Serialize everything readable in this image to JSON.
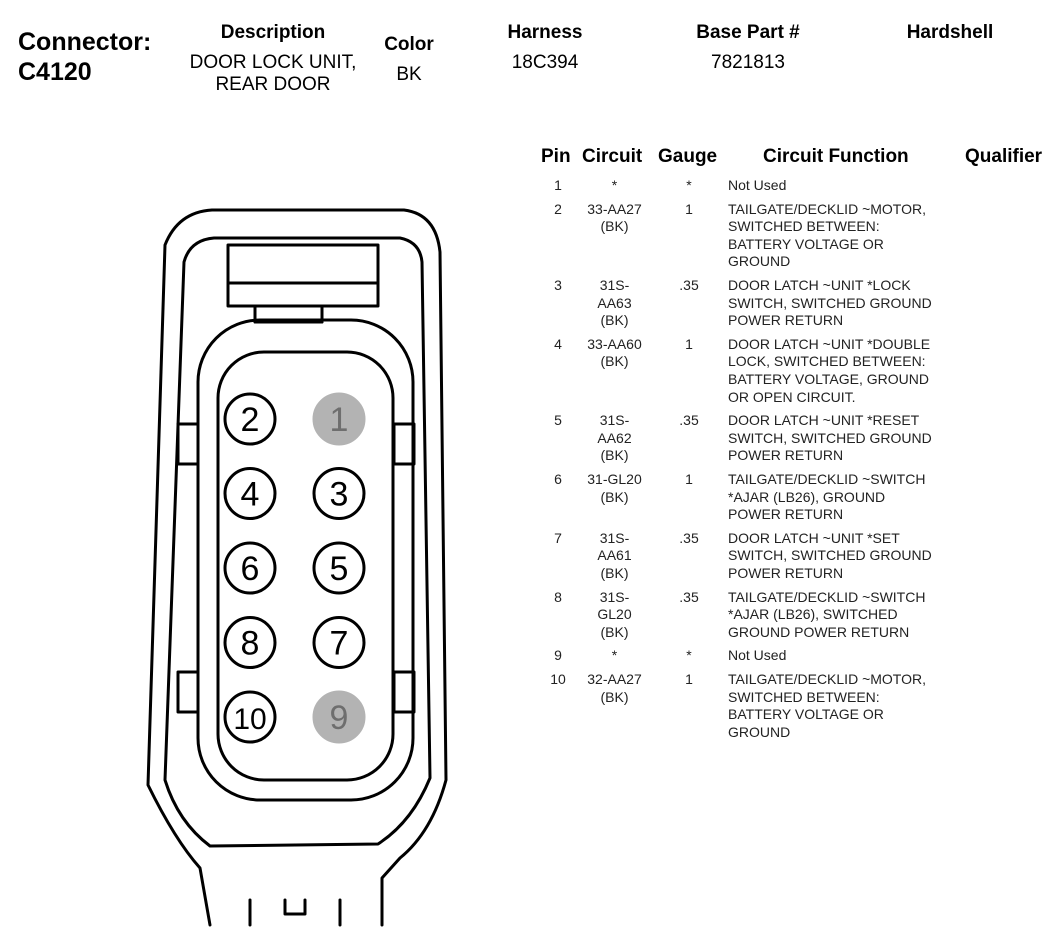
{
  "header": {
    "connector_label": "Connector:",
    "connector_id": "C4120",
    "description_label": "Description",
    "description_lines": [
      "DOOR LOCK UNIT,",
      "REAR DOOR"
    ],
    "color_label": "Color",
    "color_value": "BK",
    "harness_label": "Harness",
    "harness_value": "18C394",
    "base_part_label": "Base Part #",
    "base_part_value": "7821813",
    "hardshell_label": "Hardshell"
  },
  "table": {
    "headers": [
      "Pin",
      "Circuit",
      "Gauge",
      "Circuit Function",
      "Qualifier"
    ],
    "rows": [
      {
        "pin": "1",
        "circuit": "*",
        "gauge": "*",
        "function": "Not Used"
      },
      {
        "pin": "2",
        "circuit": "33-AA27\n(BK)",
        "gauge": "1",
        "function": "TAILGATE/DECKLID ~MOTOR,\nSWITCHED BETWEEN:\nBATTERY VOLTAGE OR\nGROUND"
      },
      {
        "pin": "3",
        "circuit": "31S-\nAA63\n(BK)",
        "gauge": ".35",
        "function": "DOOR LATCH ~UNIT *LOCK\nSWITCH, SWITCHED GROUND\nPOWER RETURN"
      },
      {
        "pin": "4",
        "circuit": "33-AA60\n(BK)",
        "gauge": "1",
        "function": "DOOR LATCH ~UNIT *DOUBLE\nLOCK, SWITCHED BETWEEN:\nBATTERY VOLTAGE, GROUND\nOR OPEN CIRCUIT."
      },
      {
        "pin": "5",
        "circuit": "31S-\nAA62\n(BK)",
        "gauge": ".35",
        "function": "DOOR LATCH ~UNIT *RESET\nSWITCH, SWITCHED GROUND\nPOWER RETURN"
      },
      {
        "pin": "6",
        "circuit": "31-GL20\n(BK)",
        "gauge": "1",
        "function": "TAILGATE/DECKLID ~SWITCH\n*AJAR (LB26), GROUND\nPOWER RETURN"
      },
      {
        "pin": "7",
        "circuit": "31S-\nAA61\n(BK)",
        "gauge": ".35",
        "function": "DOOR LATCH ~UNIT *SET\nSWITCH, SWITCHED GROUND\nPOWER RETURN"
      },
      {
        "pin": "8",
        "circuit": "31S-\nGL20\n(BK)",
        "gauge": ".35",
        "function": "TAILGATE/DECKLID ~SWITCH\n*AJAR (LB26), SWITCHED\nGROUND POWER RETURN"
      },
      {
        "pin": "9",
        "circuit": "*",
        "gauge": "*",
        "function": "Not Used"
      },
      {
        "pin": "10",
        "circuit": "32-AA27\n(BK)",
        "gauge": "1",
        "function": "TAILGATE/DECKLID ~MOTOR,\nSWITCHED BETWEEN:\nBATTERY VOLTAGE OR\nGROUND"
      }
    ]
  },
  "connector_face": {
    "pins": [
      {
        "label": "2",
        "used": true
      },
      {
        "label": "1",
        "used": false
      },
      {
        "label": "4",
        "used": true
      },
      {
        "label": "3",
        "used": true
      },
      {
        "label": "6",
        "used": true
      },
      {
        "label": "5",
        "used": true
      },
      {
        "label": "8",
        "used": true
      },
      {
        "label": "7",
        "used": true
      },
      {
        "label": "10",
        "used": true
      },
      {
        "label": "9",
        "used": false
      }
    ],
    "colors": {
      "used_fill": "#ffffff",
      "unused_fill": "#b3b3b3",
      "unused_text": "#6e6e6e",
      "outline": "#000000"
    }
  }
}
